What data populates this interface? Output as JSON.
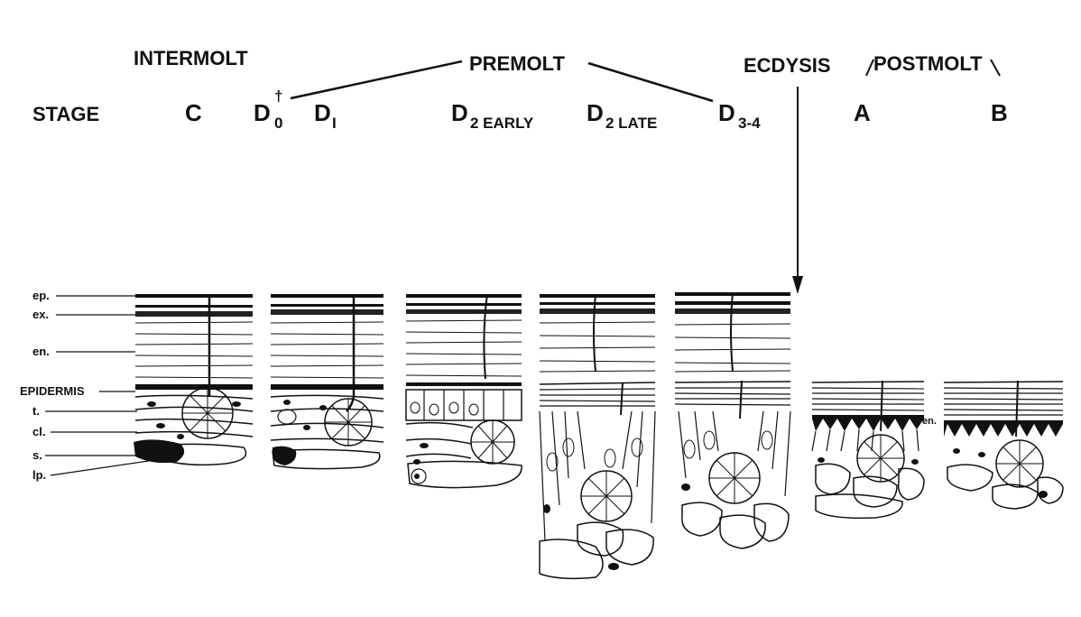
{
  "phases": {
    "intermolt": "INTERMOLT",
    "premolt": "PREMOLT",
    "ecdysis": "ECDYSIS",
    "postmolt": "POSTMOLT"
  },
  "stage_row": {
    "label": "STAGE",
    "c": "C",
    "d0_letter": "D",
    "d0_sub": "0",
    "d0_mark": "†",
    "d1_letter": "D",
    "d1_sub": "I",
    "d2e_letter": "D",
    "d2e_sub": "2 EARLY",
    "d2l_letter": "D",
    "d2l_sub": "2 LATE",
    "d34_letter": "D",
    "d34_sub": "3-4",
    "a": "A",
    "b": "B"
  },
  "layer_labels": {
    "ep": "ep.",
    "ex": "ex.",
    "en": "en.",
    "epidermis": "EPIDERMIS",
    "t": "t.",
    "cl": "cl.",
    "s": "s.",
    "lp": "lp."
  },
  "postmolt_inline_label": "en."
}
